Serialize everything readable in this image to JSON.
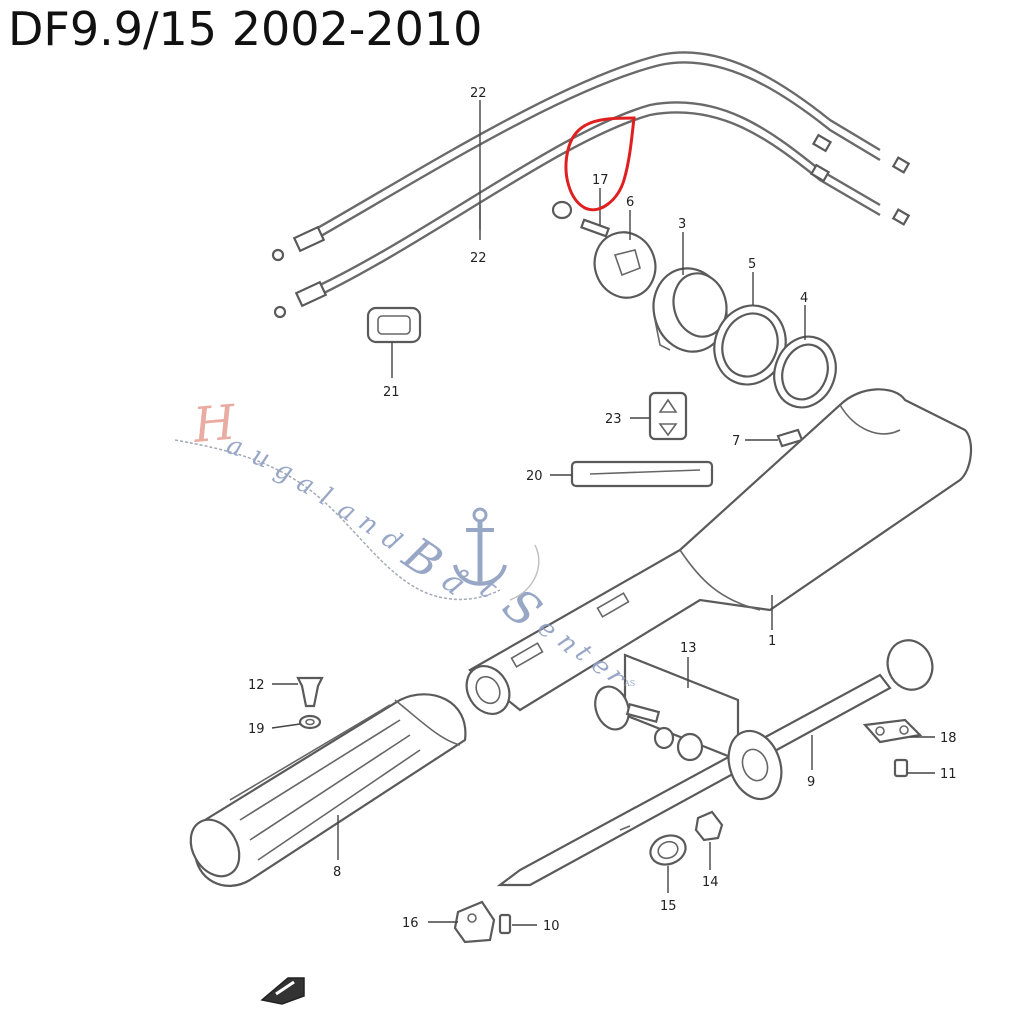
{
  "title": "DF9.9/15 2002-2010",
  "watermark": {
    "letters": [
      "H",
      "a",
      "u",
      "g",
      "a",
      "l",
      "a",
      "n",
      "d",
      "B",
      "å",
      "t",
      "S",
      "e",
      "n",
      "t",
      "e",
      "r"
    ],
    "suffix": "AS",
    "color_primary": "#e8a498",
    "color_secondary": "#8f9ec2"
  },
  "highlight_color": "#e02020",
  "labels": {
    "p1": "1",
    "p3": "3",
    "p4": "4",
    "p5": "5",
    "p6": "6",
    "p7": "7",
    "p8": "8",
    "p9": "9",
    "p10": "10",
    "p11": "11",
    "p12": "12",
    "p13": "13",
    "p14": "14",
    "p15": "15",
    "p16": "16",
    "p17": "17",
    "p18": "18",
    "p19": "19",
    "p20": "20",
    "p21": "21",
    "p22a": "22",
    "p22b": "22",
    "p23": "23"
  }
}
